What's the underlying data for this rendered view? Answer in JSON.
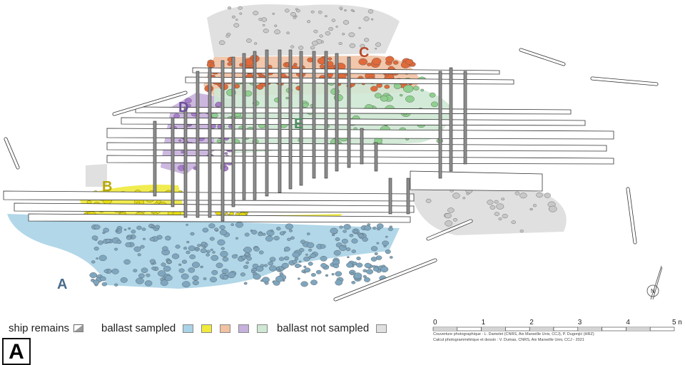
{
  "zones": [
    {
      "id": "A",
      "color": "#a9d3e6",
      "label_color": "#4a6d8c"
    },
    {
      "id": "B",
      "color": "#f0ea3c",
      "label_color": "#b6a800"
    },
    {
      "id": "C",
      "color": "#f1c1a2",
      "label_color": "#b5482a"
    },
    {
      "id": "D",
      "color": "#c6b0dc",
      "label_color": "#6b4d9a"
    },
    {
      "id": "E",
      "color": "#cfe8d4",
      "label_color": "#4f8f62"
    }
  ],
  "stone_colors": {
    "A": "#7ea6bf",
    "B": "#e6dc10",
    "C": "#e06a3a",
    "D": "#a77ccc",
    "E": "#8fcf8f",
    "gray": "#c8c8c8"
  },
  "legend": {
    "ship_remains": "ship remains",
    "ballast_sampled": "ballast sampled",
    "ballast_not_sampled": "ballast not sampled",
    "not_sampled_color": "#e0e0e0"
  },
  "panel_label": "A",
  "scale": {
    "ticks": [
      "0",
      "1",
      "2",
      "3",
      "4",
      "5 m"
    ]
  },
  "credits": [
    "Couverture photographique : L. Damelet (CNRS, Aix Marseille Univ, CCJ), P. Dugonjić (HRZ)",
    "Calcul photogrammétrique et dessin : V. Dumas, CNRS, Aix Marseille Univ, CCJ - 2021"
  ],
  "north": "N"
}
